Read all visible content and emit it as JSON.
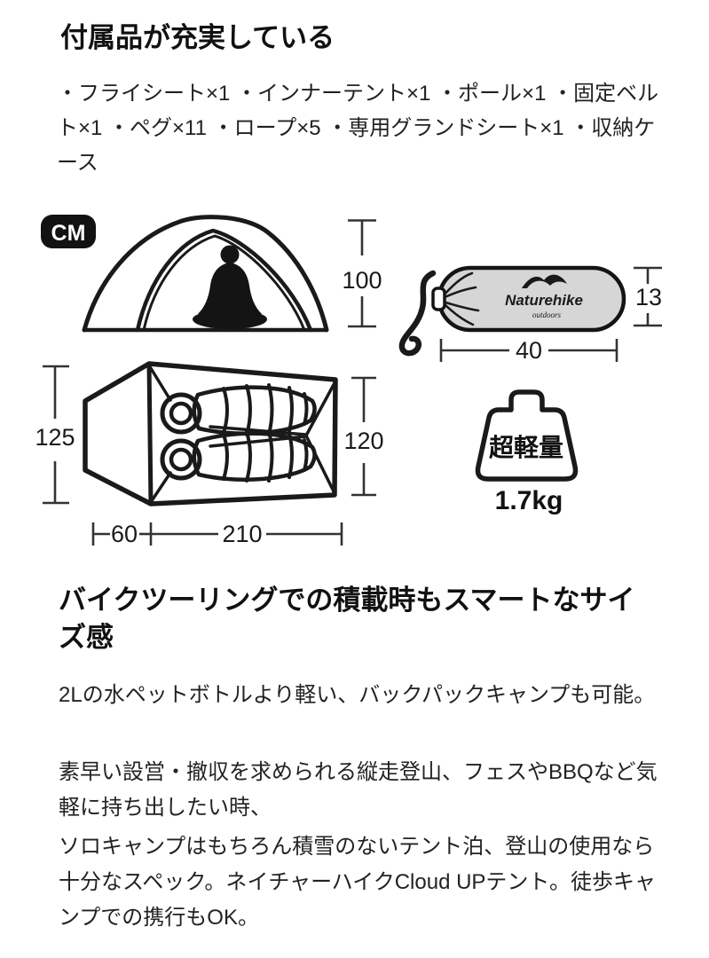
{
  "page": {
    "background": "#ffffff",
    "heading_color": "#111111",
    "body_color": "#222222",
    "line_color": "#1a1a1a"
  },
  "section_accessories": {
    "heading": "付属品が充実している",
    "items_text": "・フライシート×1 ・インナーテント×1 ・ポール×1 ・固定ベルト×1 ・ペグ×11 ・ロープ×5 ・専用グランドシート×1 ・収納ケース"
  },
  "diagram": {
    "unit_badge": "CM",
    "tent_side_view": {
      "height": "100"
    },
    "carry_bag": {
      "brand": "Naturehike",
      "brand_sub": "outdoors",
      "length": "40",
      "diameter": "13",
      "fill": "#d6d6d6"
    },
    "tent_top_view": {
      "outer_width": "125",
      "inner_width": "120",
      "vestibule_depth": "60",
      "inner_length": "210"
    },
    "weight_badge": {
      "label": "超軽量",
      "value": "1.7kg"
    }
  },
  "section_size": {
    "heading": "バイクツーリングでの積載時もスマートなサイズ感",
    "paragraphs": [
      "2Lの水ペットボトルより軽い、バックパックキャンプも可能。",
      "素早い設営・撤収を求められる縦走登山、フェスやBBQなど気軽に持ち出したい時、",
      "ソロキャンプはもちろん積雪のないテント泊、登山の使用なら十分なスペック。ネイチャーハイクCloud UPテント。徒歩キャンプでの携行もOK。"
    ]
  }
}
